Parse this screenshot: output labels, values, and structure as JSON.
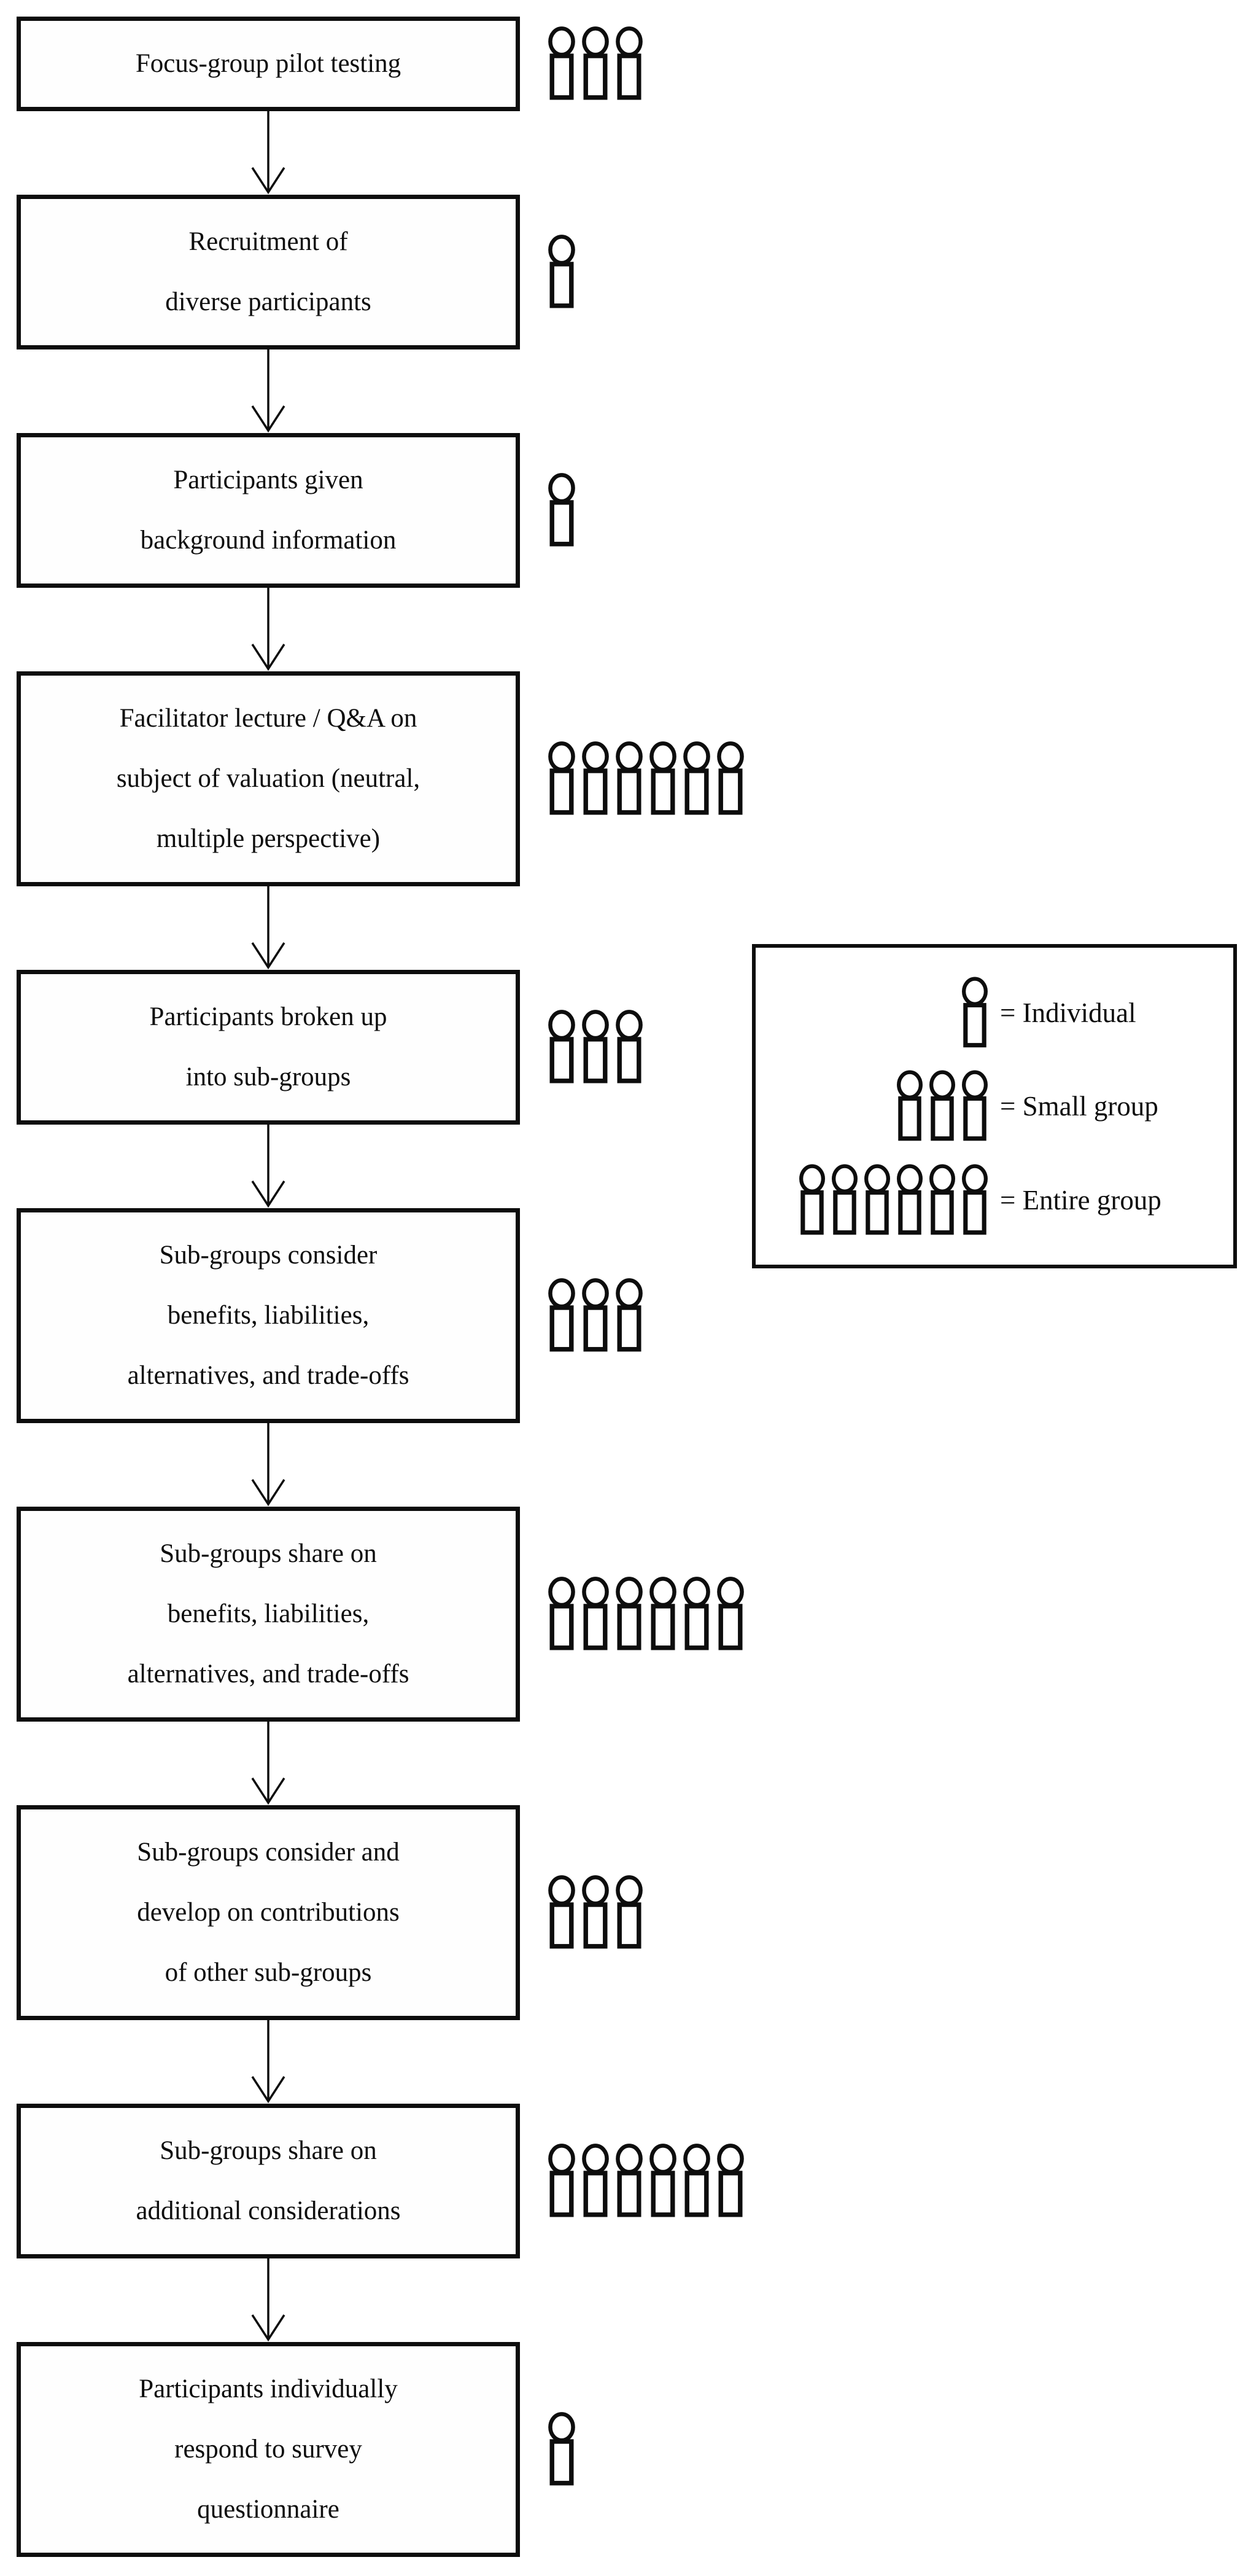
{
  "steps": [
    {
      "lines": [
        "Focus-group pilot testing"
      ],
      "participants": "small-group",
      "icon_count": 3
    },
    {
      "lines": [
        "Recruitment of",
        "diverse participants"
      ],
      "participants": "individual",
      "icon_count": 1
    },
    {
      "lines": [
        "Participants given",
        "background information"
      ],
      "participants": "individual",
      "icon_count": 1
    },
    {
      "lines": [
        "Facilitator lecture / Q&A on",
        "subject of valuation (neutral,",
        "multiple perspective)"
      ],
      "participants": "entire-group",
      "icon_count": 6
    },
    {
      "lines": [
        "Participants broken up",
        "into sub-groups"
      ],
      "participants": "small-group",
      "icon_count": 3
    },
    {
      "lines": [
        "Sub-groups consider",
        "benefits, liabilities,",
        "alternatives, and trade-offs"
      ],
      "participants": "small-group",
      "icon_count": 3
    },
    {
      "lines": [
        "Sub-groups share on",
        "benefits, liabilities,",
        "alternatives, and trade-offs"
      ],
      "participants": "entire-group",
      "icon_count": 6
    },
    {
      "lines": [
        "Sub-groups consider and",
        "develop on contributions",
        "of other sub-groups"
      ],
      "participants": "small-group",
      "icon_count": 3
    },
    {
      "lines": [
        "Sub-groups share on",
        "additional considerations"
      ],
      "participants": "entire-group",
      "icon_count": 6
    },
    {
      "lines": [
        "Participants individually",
        "respond to survey",
        "questionnaire"
      ],
      "participants": "individual",
      "icon_count": 1
    }
  ],
  "legend": {
    "items": [
      {
        "icon_count": 1,
        "label": "= Individual"
      },
      {
        "icon_count": 3,
        "label": "= Small group"
      },
      {
        "icon_count": 6,
        "label": "= Entire group"
      }
    ]
  },
  "colors": {
    "ink": "#0d0d0d",
    "background": "#ffffff"
  }
}
